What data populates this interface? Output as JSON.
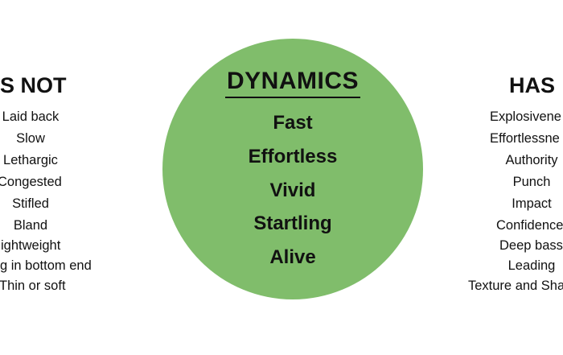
{
  "left": {
    "heading": "S NOT",
    "items": [
      "Laid back",
      "Slow",
      "Lethargic",
      "Congested",
      "Stifled",
      "Bland",
      "ightweight",
      "g in bottom end",
      "Thin or soft"
    ]
  },
  "center": {
    "title": "DYNAMICS",
    "items": [
      "Fast",
      "Effortless",
      "Vivid",
      "Startling",
      "Alive"
    ],
    "color": "#80bd6b"
  },
  "right": {
    "heading": "HAS",
    "items": [
      "Explosivene",
      "Effortlessne",
      "Authority",
      "Punch",
      "Impact",
      "Confidence",
      "Deep bass",
      "Leading",
      "Texture and Sha"
    ]
  }
}
